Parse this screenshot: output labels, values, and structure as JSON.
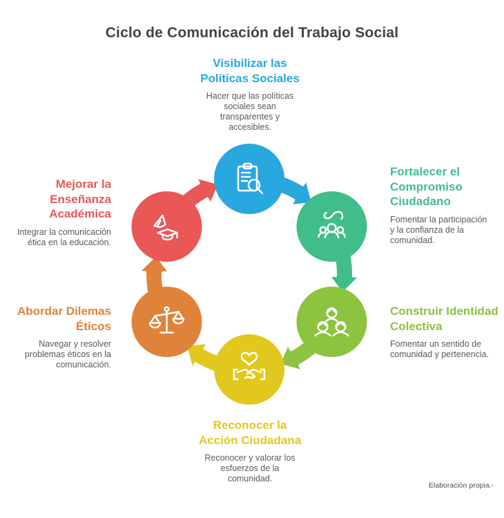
{
  "title": "Ciclo de Comunicación del Trabajo Social",
  "footer_note": "Elaboración propia.-",
  "text_colors": {
    "title": "#414244",
    "body": "#58595B",
    "footer": "#4D4D4F"
  },
  "steps": [
    {
      "name": "visibilizar-politicas",
      "heading": "Visibilizar las\nPolíticas Sociales",
      "description": "Hacer que las políticas\nsociales sean\ntransparentes y\naccesibles.",
      "color": "#29A7DF",
      "icon": "clipboard-search-icon"
    },
    {
      "name": "fortalecer-compromiso",
      "heading": "Fortalecer el\nCompromiso\nCiudadano",
      "description": "Fomentar la participación\ny la confianza de la\ncomunidad.",
      "color": "#41BD89",
      "icon": "community-engagement-icon"
    },
    {
      "name": "construir-identidad",
      "heading": "Construir Identidad\nColectiva",
      "description": "Fomentar un sentido de\ncomunidad y pertenencia.",
      "color": "#8CC33F",
      "icon": "group-people-icon"
    },
    {
      "name": "reconocer-accion",
      "heading": "Reconocer la\nAcción Ciudadana",
      "description": "Reconocer y valorar los\nesfuerzos de la\ncomunidad.",
      "color": "#E2C81E",
      "icon": "handshake-heart-icon"
    },
    {
      "name": "abordar-dilemas",
      "heading": "Abordar Dilemas\nÉticos",
      "description": "Navegar y resolver\nproblemas éticos en la\ncomunicación.",
      "color": "#DF833B",
      "icon": "balance-scale-icon"
    },
    {
      "name": "mejorar-ensenanza",
      "heading": "Mejorar la\nEnseñanza\nAcadémica",
      "description": "Integrar la comunicación\nética en la educación.",
      "color": "#E95757",
      "icon": "flag-graduation-icon"
    }
  ]
}
